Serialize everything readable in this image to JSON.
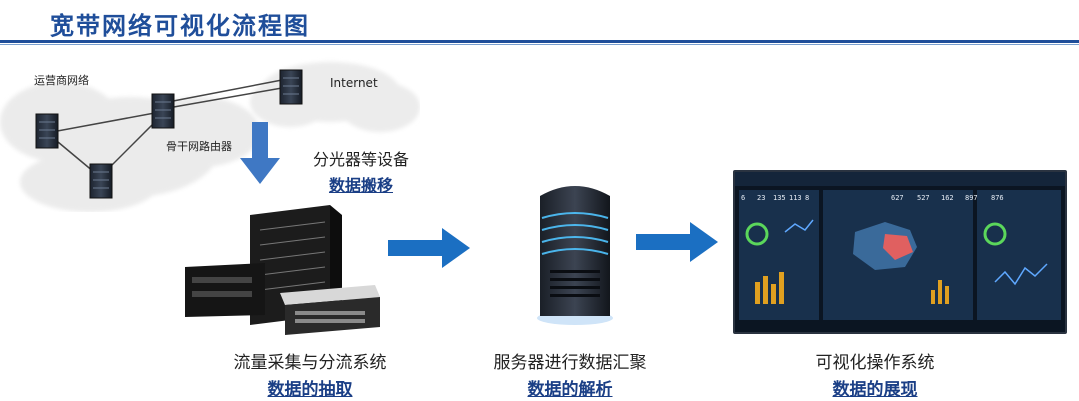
{
  "title": "宽带网络可视化流程图",
  "network": {
    "operator_label": "运营商网络",
    "internet_label": "Internet",
    "router_label": "骨干网路由器"
  },
  "steps": {
    "splitter": {
      "line1": "分光器等设备",
      "line2": "数据搬移"
    },
    "capture": {
      "line1": "流量采集与分流系统",
      "line2": "数据的抽取"
    },
    "server": {
      "line1": "服务器进行数据汇聚",
      "line2": "数据的解析"
    },
    "visual": {
      "line1": "可视化操作系统",
      "line2": "数据的展现"
    }
  },
  "screen": {
    "stats": [
      "6",
      "23",
      "135",
      "113",
      "8",
      "627",
      "527",
      "162",
      "897",
      "876"
    ]
  },
  "colors": {
    "accent": "#1f4e9a",
    "arrow": "#1b6fc2",
    "highlight": "#e06060"
  }
}
